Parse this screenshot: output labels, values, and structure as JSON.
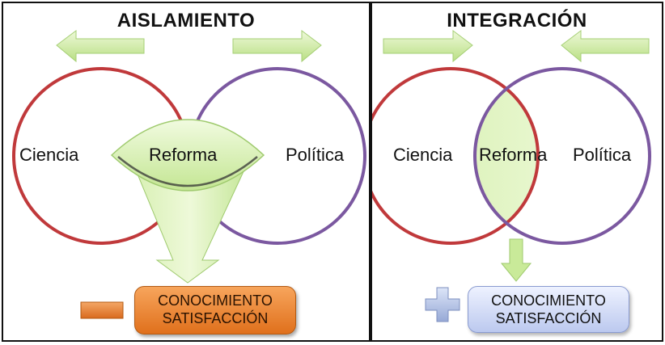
{
  "left": {
    "title": "AISLAMIENTO",
    "circle_left": "Ciencia",
    "center": "Reforma",
    "circle_right": "Política",
    "result_line1": "CONOCIMIENTO",
    "result_line2": "SATISFACCIÓN",
    "sign": "minus"
  },
  "right": {
    "title": "INTEGRACIÓN",
    "circle_left": "Ciencia",
    "center": "Reforma",
    "circle_right": "Política",
    "result_line1": "CONOCIMIENTO",
    "result_line2": "SATISFACCIÓN",
    "sign": "plus"
  },
  "colors": {
    "ciencia_circle": "#c0393b",
    "politica_circle": "#7b58a0",
    "arrow_green": "#d3eeaa",
    "minus_orange": "#e8803a",
    "plus_blue": "#a8b8de"
  }
}
